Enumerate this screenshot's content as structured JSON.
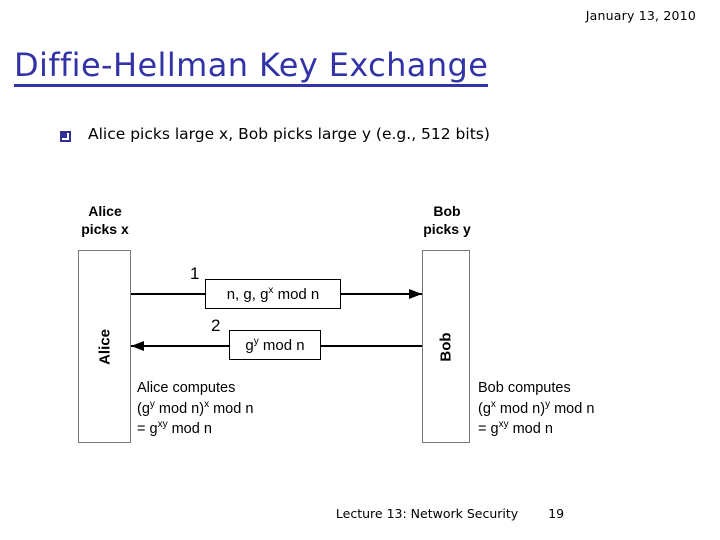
{
  "slide": {
    "date": "January 13, 2010",
    "title": "Diffie-Hellman Key Exchange",
    "title_color": "#3333A8",
    "bullets": [
      {
        "marker": "square-bullet-icon",
        "text": "Alice picks large x, Bob picks large y (e.g., 512 bits)"
      }
    ]
  },
  "diagram": {
    "alice": {
      "caption_line1": "Alice",
      "caption_line2": "picks x",
      "box_label": "Alice",
      "compute": {
        "line1": "Alice computes",
        "line2_pre": "(g",
        "line2_sup": "y",
        "line2_mid": " mod n)",
        "line2_sup2": "x",
        "line2_post": "  mod n",
        "line3_pre": "= g",
        "line3_sup": "xy",
        "line3_post": " mod n"
      }
    },
    "bob": {
      "caption_line1": "Bob",
      "caption_line2": "picks y",
      "box_label": "Bob",
      "compute": {
        "line1": "Bob computes",
        "line2_pre": "(g",
        "line2_sup": "x",
        "line2_mid": " mod n)",
        "line2_sup2": "y",
        "line2_post": "  mod n",
        "line3_pre": "= g",
        "line3_sup": "xy",
        "line3_post": " mod n"
      }
    },
    "messages": [
      {
        "number": "1",
        "text_pre": "n, g, g",
        "text_sup": "x",
        "text_post": " mod n",
        "direction": "alice-to-bob"
      },
      {
        "number": "2",
        "text_pre": "g",
        "text_sup": "y",
        "text_post": " mod n",
        "direction": "bob-to-alice"
      }
    ]
  },
  "footer": {
    "lecture": "Lecture 13: Network Security",
    "page": "19"
  }
}
